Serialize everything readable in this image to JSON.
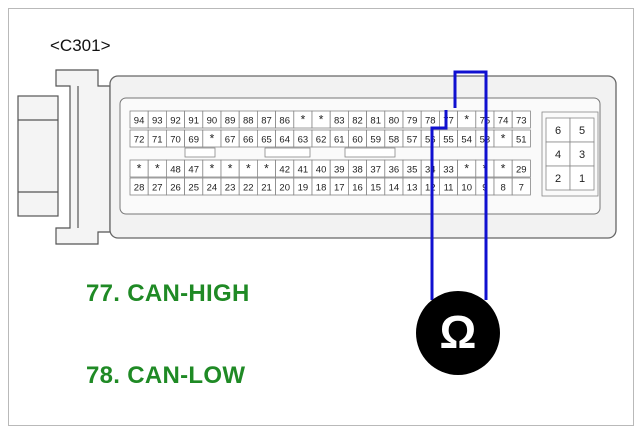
{
  "connector": {
    "label": "<C301>",
    "rows": [
      [
        "94",
        "93",
        "92",
        "91",
        "90",
        "89",
        "88",
        "87",
        "86",
        "*",
        "*",
        "83",
        "82",
        "81",
        "80",
        "79",
        "78",
        "77",
        "*",
        "75",
        "74",
        "73"
      ],
      [
        "72",
        "71",
        "70",
        "69",
        "*",
        "67",
        "66",
        "65",
        "64",
        "63",
        "62",
        "61",
        "60",
        "59",
        "58",
        "57",
        "56",
        "55",
        "54",
        "53",
        "*",
        "51"
      ],
      [
        "*",
        "*",
        "48",
        "47",
        "*",
        "*",
        "*",
        "*",
        "42",
        "41",
        "40",
        "39",
        "38",
        "37",
        "36",
        "35",
        "34",
        "33",
        "*",
        "*",
        "*",
        "29"
      ],
      [
        "28",
        "27",
        "26",
        "25",
        "24",
        "23",
        "22",
        "21",
        "20",
        "19",
        "18",
        "17",
        "16",
        "15",
        "14",
        "13",
        "12",
        "11",
        "10",
        "9",
        "8",
        "7"
      ]
    ],
    "right_block": [
      [
        "6",
        "5"
      ],
      [
        "4",
        "3"
      ],
      [
        "2",
        "1"
      ]
    ]
  },
  "legend": [
    {
      "text": "77. CAN-HIGH"
    },
    {
      "text": "78. CAN-LOW"
    }
  ],
  "meter": {
    "symbol": "Ω",
    "icon": "ohmmeter-icon"
  },
  "colors": {
    "legend_text": "#1f8a25",
    "probe_wire": "#1010d0",
    "connector_outline": "#666666",
    "meter_fill": "#000000"
  }
}
